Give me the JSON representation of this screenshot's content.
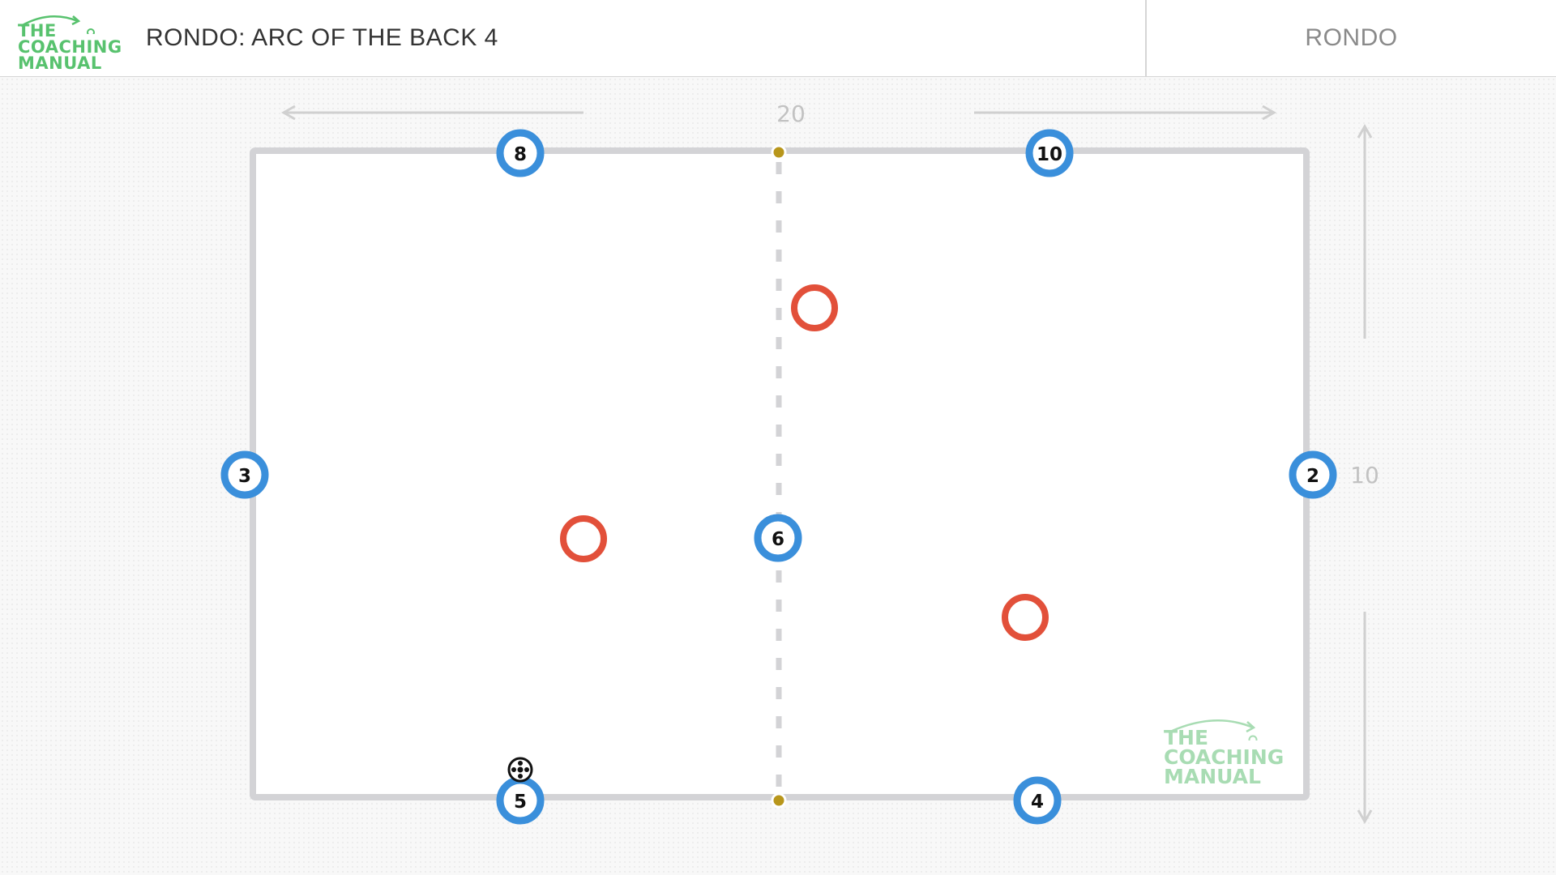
{
  "header": {
    "logo_line1": "THE",
    "logo_line2": "COACHING",
    "logo_line3": "MANUAL",
    "title": "RONDO: ARC OF THE BACK 4",
    "category": "RONDO"
  },
  "dimensions": {
    "width_label": "20",
    "height_label": "10"
  },
  "players_blue": [
    {
      "number": "8"
    },
    {
      "number": "10"
    },
    {
      "number": "3"
    },
    {
      "number": "2"
    },
    {
      "number": "6"
    },
    {
      "number": "5"
    },
    {
      "number": "4"
    }
  ],
  "defenders_red_count": 3,
  "watermark": {
    "line1": "THE",
    "line2": "COACHING",
    "line3": "MANUAL"
  },
  "colors": {
    "player_blue": "#3a8fdb",
    "defender_red": "#e2503a",
    "pitch_line": "#d3d3d6",
    "cone": "#b8961b",
    "logo_green": "#58c26e"
  }
}
